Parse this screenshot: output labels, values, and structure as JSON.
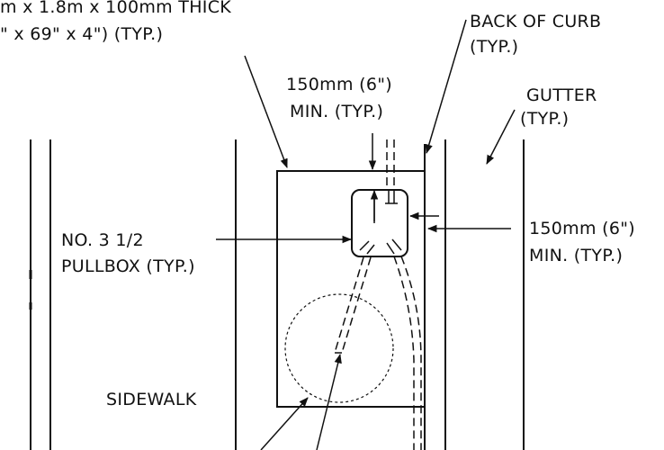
{
  "labels": {
    "slab_line1": "m x 1.8m x 100mm THICK",
    "slab_line2": "\" x 69\" x 4\") (TYP.)",
    "back_of_curb_line1": "BACK OF CURB",
    "back_of_curb_line2": "(TYP.)",
    "clearance_top_line1": "150mm (6\")",
    "clearance_top_line2": "MIN. (TYP.)",
    "gutter_line1": "GUTTER",
    "gutter_line2": "(TYP.)",
    "pullbox_line1": "NO. 3 1/2",
    "pullbox_line2": "PULLBOX (TYP.)",
    "clearance_right_line1": "150mm (6\")",
    "clearance_right_line2": "MIN. (TYP.)",
    "sidewalk": "SIDEWALK"
  },
  "colors": {
    "line": "#111111",
    "background": "#ffffff"
  }
}
